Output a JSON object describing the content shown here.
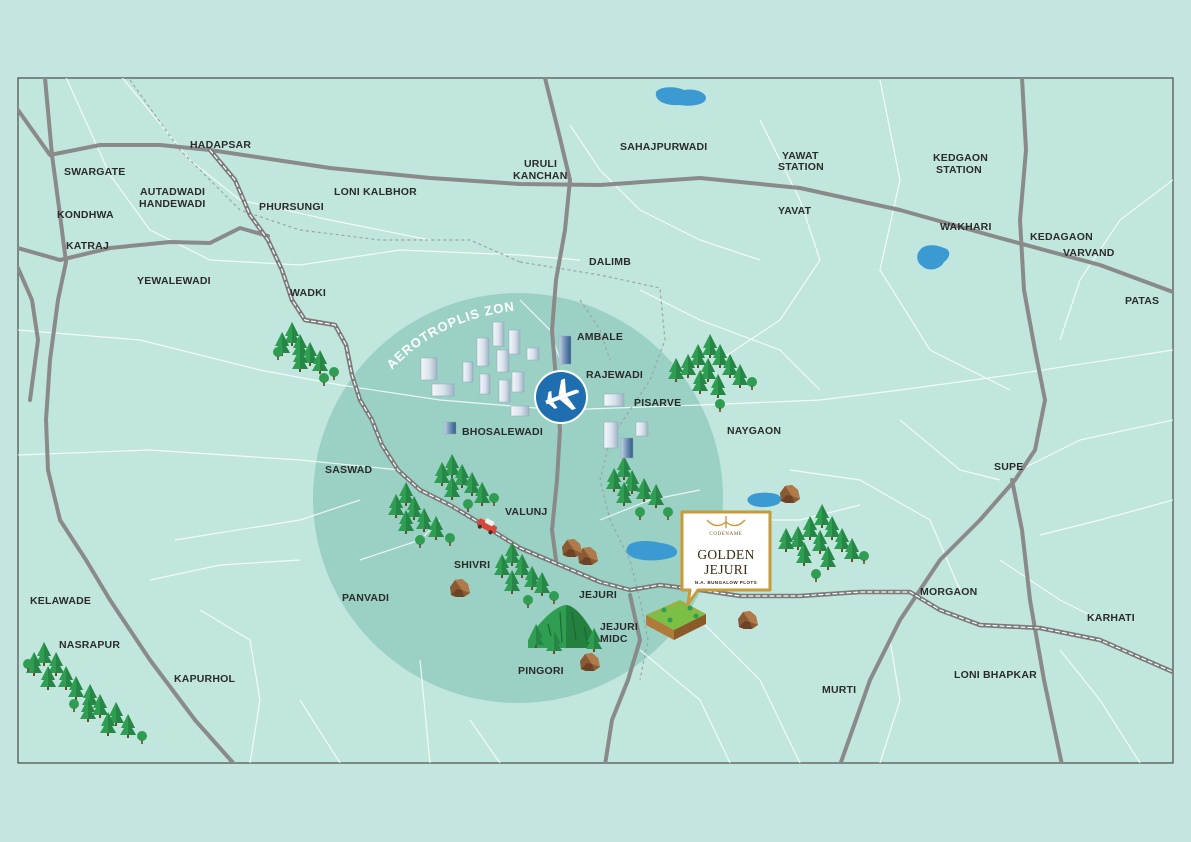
{
  "map": {
    "zone_label": "AEROTROPLIS ZONE",
    "places": [
      "HADAPSAR",
      "SWARGATE",
      "AUTADWADI",
      "HANDEWADI",
      "KONDHWA",
      "KATRAJ",
      "PHURSUNGI",
      "LONI KALBHOR",
      "URULI",
      "KANCHAN",
      "SAHAJPURWADI",
      "YAWAT",
      "STATION",
      "KEDGAON",
      "STATION",
      "YAVAT",
      "WAKHARI",
      "KEDAGAON",
      "VARVAND",
      "PATAS",
      "DALIMB",
      "YEWALEWADI",
      "WADKI",
      "AMBALE",
      "RAJEWADI",
      "PISARVE",
      "NAYGAON",
      "BHOSALEWADI",
      "SASWAD",
      "SUPE",
      "VALUNJ",
      "SHIVRI",
      "PANVADI",
      "JEJURI",
      "JEJURI",
      "MIDC",
      "PINGORI",
      "MORGAON",
      "KARHATI",
      "KELAWADE",
      "NASRAPUR",
      "KAPURHOL",
      "MURTI",
      "LONI BHAPKAR"
    ]
  },
  "project": {
    "codename": "CODENAME",
    "name_line1": "GOLDEN",
    "name_line2": "JEJURI",
    "tagline": "N.A. BUNGALOW PLOTS"
  },
  "icons": [
    "airplane-icon",
    "building-icon",
    "tree-icon",
    "rock-icon",
    "mountain-icon",
    "lake-icon",
    "car-icon",
    "logo-icon"
  ],
  "colors": {
    "background": "#c5e6e0",
    "map": "#c1e6de",
    "zone": "#93ccc0",
    "road": "#8a8a8a",
    "airport": "#1f6fb0",
    "water": "#3b9ad2",
    "tree": "#2f9d52",
    "brand": "#c79a3a"
  }
}
